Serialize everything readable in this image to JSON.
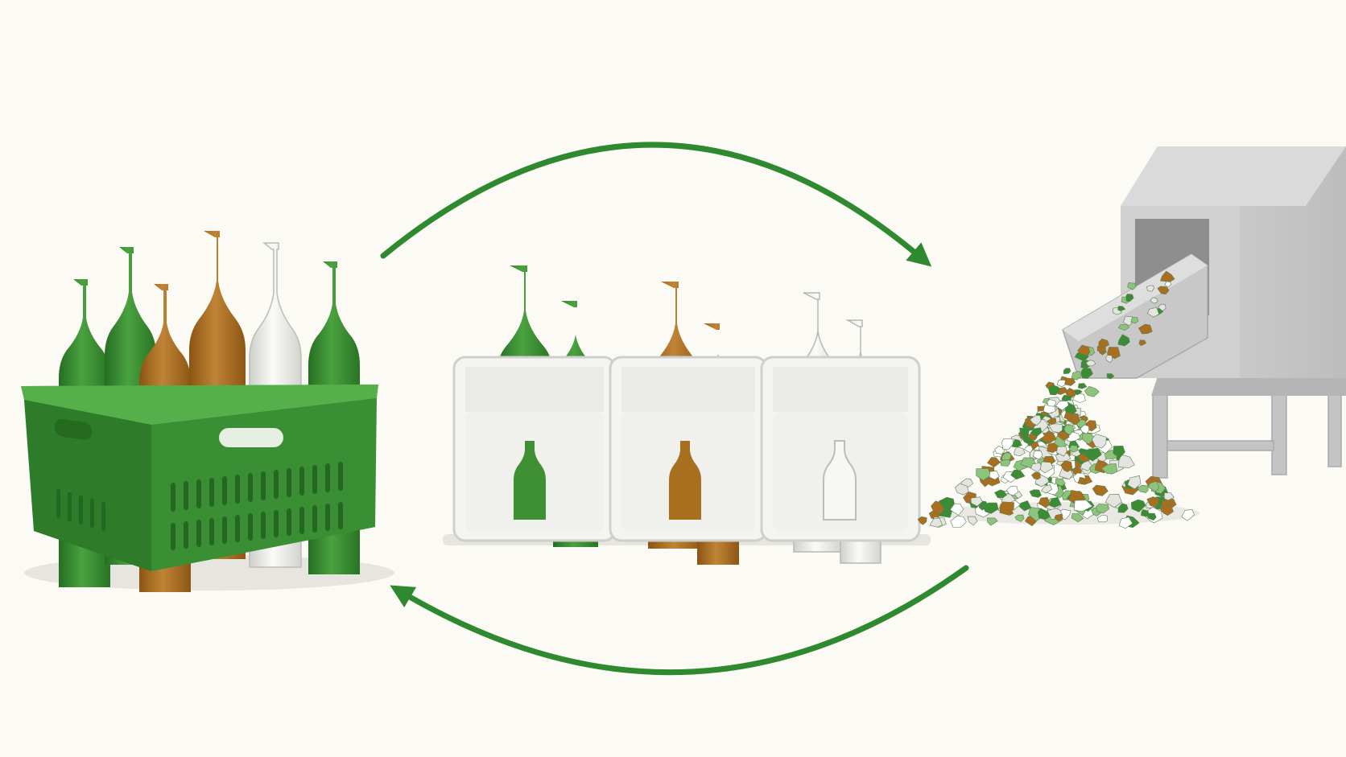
{
  "diagram": {
    "stages": [
      {
        "id": "collection",
        "icon": "crate-with-mixed-bottles-icon"
      },
      {
        "id": "sorting",
        "icon": "color-sorting-bins-icon",
        "bins": [
          {
            "color_name": "green",
            "color": "#3f8f35"
          },
          {
            "color_name": "brown",
            "color": "#a86f1f"
          },
          {
            "color_name": "clear",
            "color": "#dcdcd8"
          }
        ]
      },
      {
        "id": "crushing",
        "icon": "glass-crusher-machine-icon"
      }
    ],
    "arrows": [
      {
        "from": "collection",
        "to": "crushing",
        "direction": "clockwise-top"
      },
      {
        "from": "crushing",
        "to": "collection",
        "direction": "clockwise-bottom"
      }
    ]
  },
  "colors": {
    "background": "#fbfaf5",
    "arrow": "#2f8a2f",
    "crate": "#3c9437",
    "green_glass": "#3b8c34",
    "brown_glass": "#a96e20",
    "clear_glass": "#e4e4e0",
    "machine": "#c9c9c9"
  }
}
